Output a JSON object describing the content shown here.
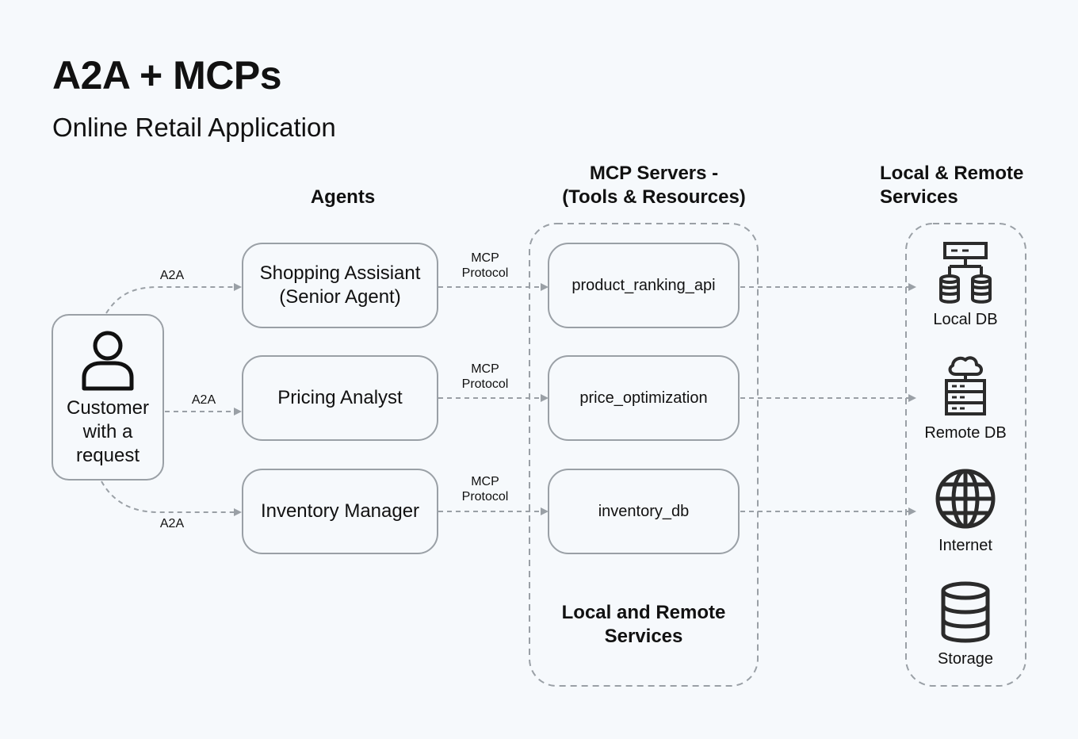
{
  "header": {
    "title": "A2A + MCPs",
    "subtitle": "Online Retail Application"
  },
  "columns": {
    "agents": "Agents",
    "mcp_servers_line1": "MCP Servers -",
    "mcp_servers_line2": "(Tools & Resources)",
    "services_line1": "Local & Remote",
    "services_line2": "Services"
  },
  "customer": {
    "line1": "Customer",
    "line2": "with a",
    "line3": "request"
  },
  "a2a_labels": [
    "A2A",
    "A2A",
    "A2A"
  ],
  "agents": [
    {
      "line1": "Shopping Assisiant",
      "line2": "(Senior Agent)"
    },
    {
      "line1": "Pricing Analyst"
    },
    {
      "line1": "Inventory Manager"
    }
  ],
  "mcp_labels": [
    {
      "line1": "MCP",
      "line2": "Protocol"
    },
    {
      "line1": "MCP",
      "line2": "Protocol"
    },
    {
      "line1": "MCP",
      "line2": "Protocol"
    }
  ],
  "servers": [
    "product_ranking_api",
    "price_optimization",
    "inventory_db"
  ],
  "servers_footer": {
    "line1": "Local and Remote",
    "line2": "Services"
  },
  "services": [
    {
      "label": "Local DB",
      "icon": "local-db-icon"
    },
    {
      "label": "Remote DB",
      "icon": "remote-db-icon"
    },
    {
      "label": "Internet",
      "icon": "globe-icon"
    },
    {
      "label": "Storage",
      "icon": "storage-icon"
    }
  ],
  "colors": {
    "background": "#f6f9fc",
    "box_border": "#9aa0a6",
    "connector": "#9aa0a6",
    "icon": "#2b2b2b"
  }
}
